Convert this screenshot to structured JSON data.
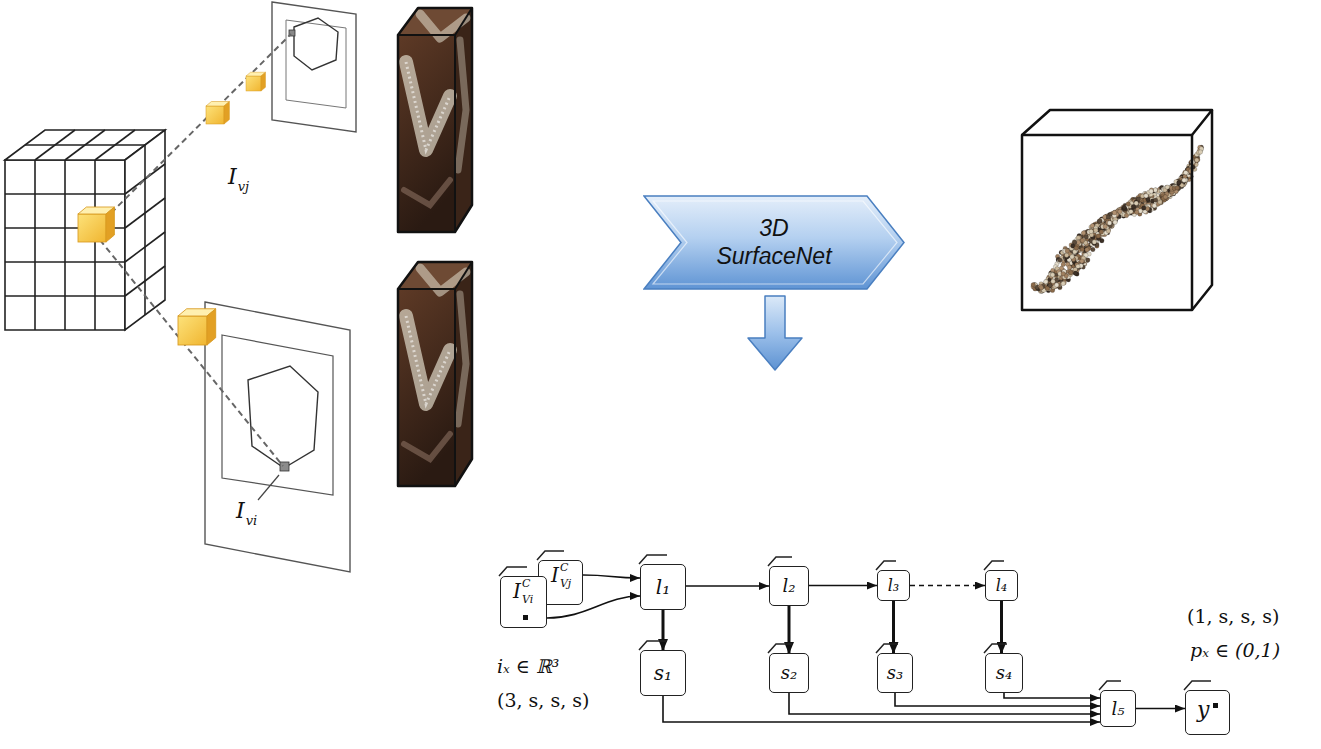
{
  "diagram": {
    "nodes": [
      {
        "text": [
          "3D SurfaceNet"
        ]
      },
      {
        "text": [
          "I",
          "C",
          "Vj"
        ]
      },
      {
        "text": [
          "I",
          "C",
          "Vi"
        ]
      },
      {
        "text": [
          "l₁"
        ]
      },
      {
        "text": [
          "l₂"
        ]
      },
      {
        "text": [
          "l₃"
        ]
      },
      {
        "text": [
          "l₄"
        ]
      },
      {
        "text": [
          "s₁"
        ]
      },
      {
        "text": [
          "s₂"
        ]
      },
      {
        "text": [
          "s₃"
        ]
      },
      {
        "text": [
          "s₄"
        ]
      },
      {
        "text": [
          "l₅"
        ]
      },
      {
        "text": [
          "y"
        ]
      }
    ],
    "edges": [
      {
        "from": 1,
        "to": 3,
        "arrow": "to"
      },
      {
        "from": 2,
        "to": 3,
        "arrow": "to"
      },
      {
        "from": 3,
        "to": 4,
        "arrow": "to"
      },
      {
        "from": 4,
        "to": 5,
        "arrow": "to"
      },
      {
        "from": 5,
        "to": 6,
        "arrow": "to"
      },
      {
        "from": 3,
        "to": 7,
        "arrow": "to"
      },
      {
        "from": 4,
        "to": 8,
        "arrow": "to"
      },
      {
        "from": 5,
        "to": 9,
        "arrow": "to"
      },
      {
        "from": 6,
        "to": 10,
        "arrow": "to"
      },
      {
        "from": 7,
        "to": 11,
        "arrow": "to"
      },
      {
        "from": 8,
        "to": 11,
        "arrow": "to"
      },
      {
        "from": 9,
        "to": 11,
        "arrow": "to"
      },
      {
        "from": 10,
        "to": 11,
        "arrow": "to"
      },
      {
        "from": 11,
        "to": 12,
        "arrow": "to"
      }
    ],
    "labels": [
      "I",
      "vj",
      "I",
      "vi",
      "iₓ ∈ ℝ³",
      "(3, s, s, s)",
      "(1, s, s, s)",
      "pₓ ∈ (0,1)"
    ]
  }
}
